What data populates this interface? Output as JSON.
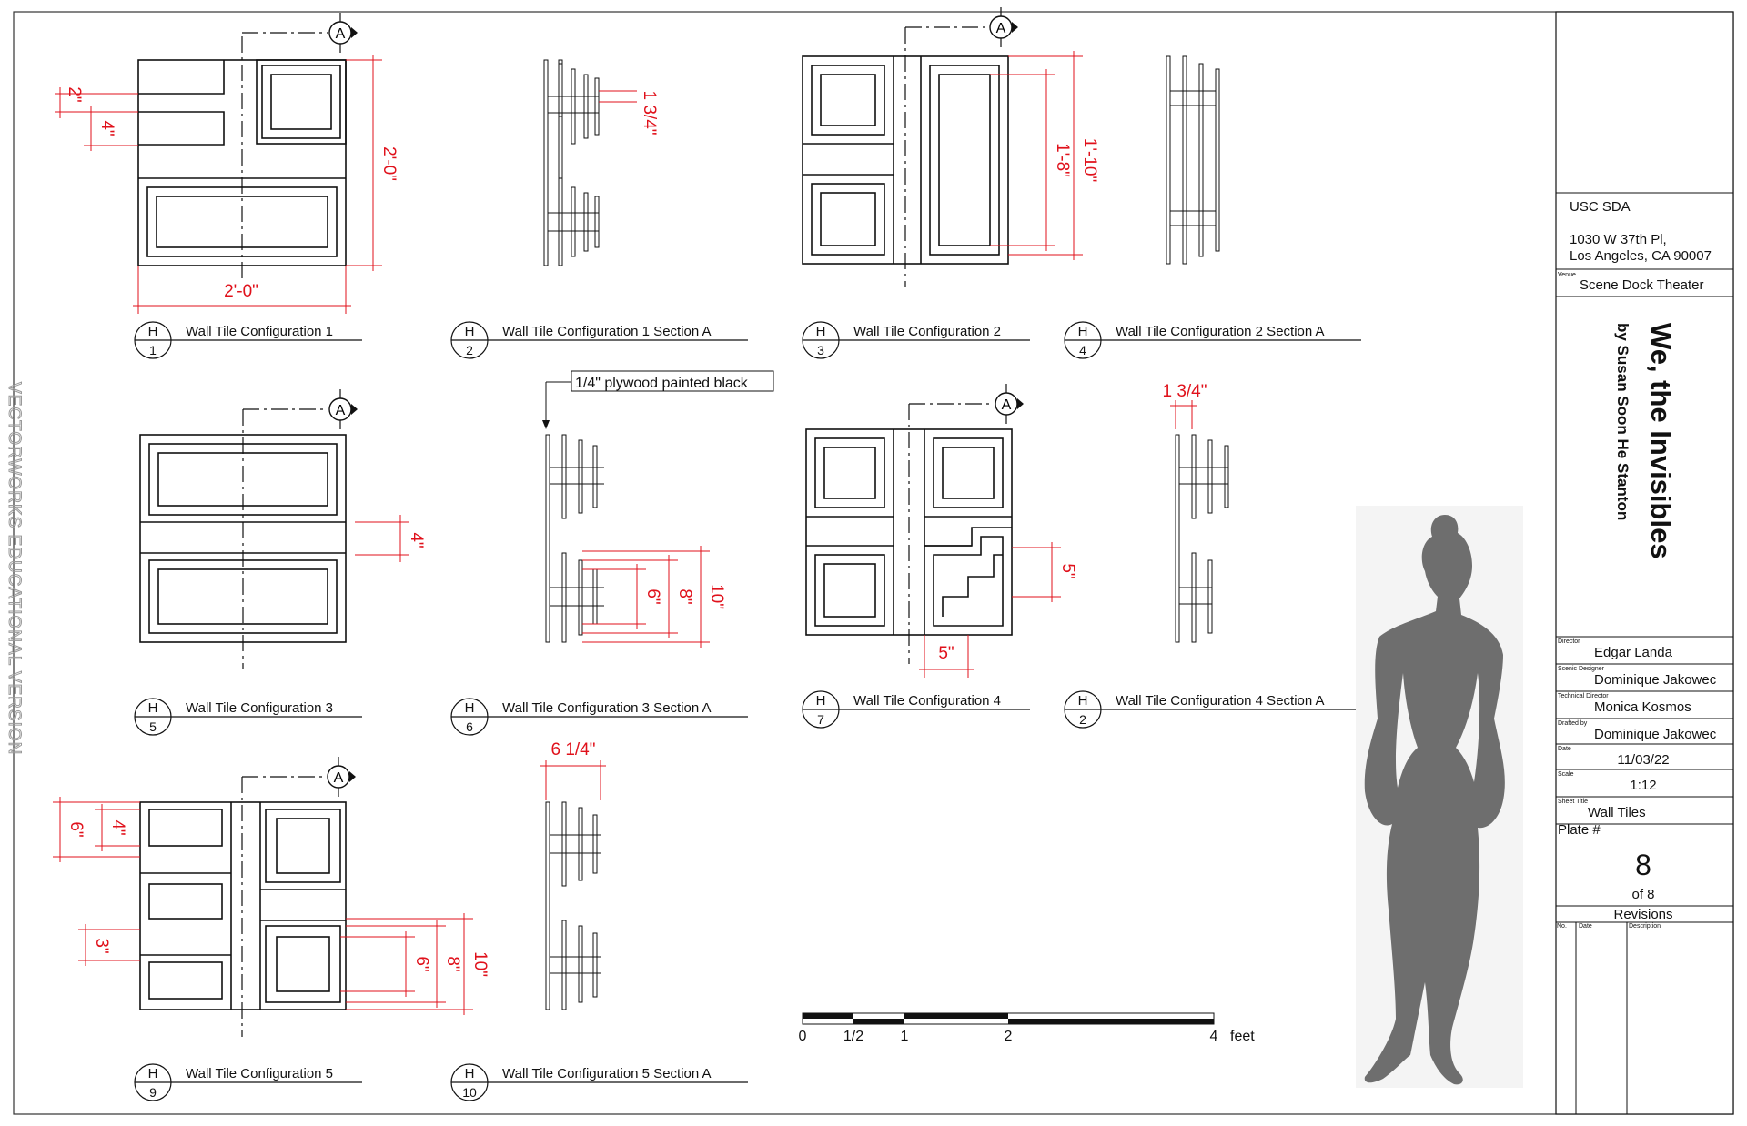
{
  "watermark": "VECTORWORKS EDUCATIONAL VERSION",
  "colors": {
    "dimension": "#e0111b",
    "line": "#111111",
    "silhouette": "#6e6e6e"
  },
  "section_marker": "A",
  "views": [
    {
      "letter": "H",
      "number": "1",
      "title": "Wall Tile Configuration 1"
    },
    {
      "letter": "H",
      "number": "2",
      "title": "Wall Tile Configuration 1 Section A"
    },
    {
      "letter": "H",
      "number": "3",
      "title": "Wall Tile Configuration 2"
    },
    {
      "letter": "H",
      "number": "4",
      "title": "Wall Tile Configuration 2 Section A"
    },
    {
      "letter": "H",
      "number": "5",
      "title": "Wall Tile Configuration 3"
    },
    {
      "letter": "H",
      "number": "6",
      "title": "Wall Tile Configuration 3 Section A"
    },
    {
      "letter": "H",
      "number": "7",
      "title": "Wall Tile Configuration 4"
    },
    {
      "letter": "H",
      "number": "2",
      "title": "Wall Tile Configuration 4 Section A"
    },
    {
      "letter": "H",
      "number": "9",
      "title": "Wall Tile Configuration 5"
    },
    {
      "letter": "H",
      "number": "10",
      "title": "Wall Tile Configuration 5 Section A"
    }
  ],
  "dimensions": {
    "c1_two": "2\"",
    "c1_four": "4\"",
    "c1_height": "2'-0\"",
    "c1_width": "2'-0\"",
    "s1_depth": "1 3/4\"",
    "c2_inner": "1'-8\"",
    "c2_outer": "1'-10\"",
    "c3_four": "4\"",
    "s3_six": "6\"",
    "s3_eight": "8\"",
    "s3_ten": "10\"",
    "c4_five_v": "5\"",
    "c4_five_h": "5\"",
    "s4_depth": "1 3/4\"",
    "c5_six": "6\"",
    "c5_four": "4\"",
    "c5_three": "3\"",
    "c5_s6": "6\"",
    "c5_s8": "8\"",
    "c5_s10": "10\"",
    "s5_width": "6 1/4\""
  },
  "callout": "1/4\" plywood painted black",
  "scale_bar": {
    "ticks": [
      "0",
      "1/2",
      "1",
      "2",
      "4"
    ],
    "unit": "feet"
  },
  "title_block": {
    "school": "USC SDA",
    "address1": "1030 W 37th Pl,",
    "address2": "Los Angeles, CA 90007",
    "venue_label": "Venue",
    "venue": "Scene Dock Theater",
    "show_title": "We, the Invisibles",
    "playwright": "by Susan Soon He Stanton",
    "director_label": "Director",
    "director": "Edgar Landa",
    "designer_label": "Scenic Designer",
    "designer": "Dominique Jakowec",
    "td_label": "Technical Director",
    "td": "Monica Kosmos",
    "drafted_label": "Drafted by",
    "drafted": "Dominique Jakowec",
    "date_label": "Date",
    "date": "11/03/22",
    "scale_label": "Scale",
    "scale": "1:12",
    "sheet_title_label": "Sheet Title",
    "sheet_title": "Wall Tiles",
    "plate_label": "Plate #",
    "plate": "8",
    "plate_of": "of 8",
    "revisions": "Revisions",
    "rev_no": "No.",
    "rev_date": "Date",
    "rev_desc": "Description"
  }
}
